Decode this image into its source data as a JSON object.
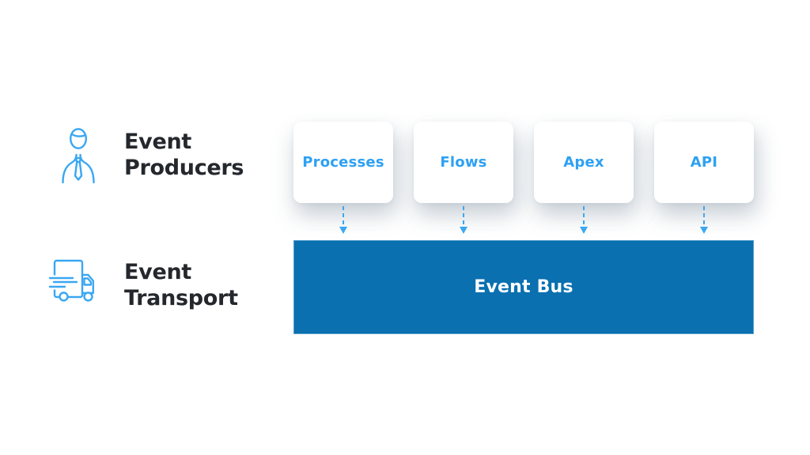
{
  "diagram": {
    "rows": [
      {
        "icon": "businessman-icon",
        "title_line1": "Event",
        "title_line2": "Producers"
      },
      {
        "icon": "delivery-truck-icon",
        "title_line1": "Event",
        "title_line2": "Transport"
      }
    ],
    "producer_cards": [
      "Processes",
      "Flows",
      "Apex",
      "API"
    ],
    "event_bus": {
      "label": "Event Bus"
    },
    "colors": {
      "accent_blue": "#2ea1f2",
      "icon_blue": "#3aa7f2",
      "bus_fill": "#0a70b0",
      "heading_text": "#24282d",
      "card_background": "#ffffff",
      "bus_text": "#ffffff"
    }
  }
}
